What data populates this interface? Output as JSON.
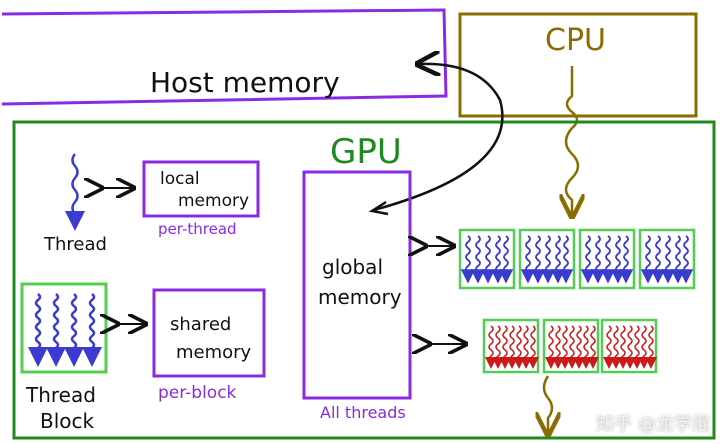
{
  "labels": {
    "host_memory": "Host memory",
    "cpu": "CPU",
    "gpu": "GPU",
    "local_memory_line1": "local",
    "local_memory_line2": "memory",
    "per_thread": "per-thread",
    "thread": "Thread",
    "global_memory_line1": "global",
    "global_memory_line2": "memory",
    "all_threads": "All threads",
    "shared_memory_line1": "shared",
    "shared_memory_line2": "memory",
    "per_block": "per-block",
    "thread_block_line1": "Thread",
    "thread_block_line2": "Block"
  },
  "watermark": "知乎 @龙学焜",
  "colors": {
    "purple": "#8a2be2",
    "olive": "#8a6d00",
    "green": "#1f8a1f",
    "light_green": "#55cc55",
    "blue_arrow": "#3b3bd1",
    "red_arrow": "#cc1a1a",
    "black": "#111111"
  },
  "grid": {
    "blue_blocks": 4,
    "red_blocks": 3
  }
}
